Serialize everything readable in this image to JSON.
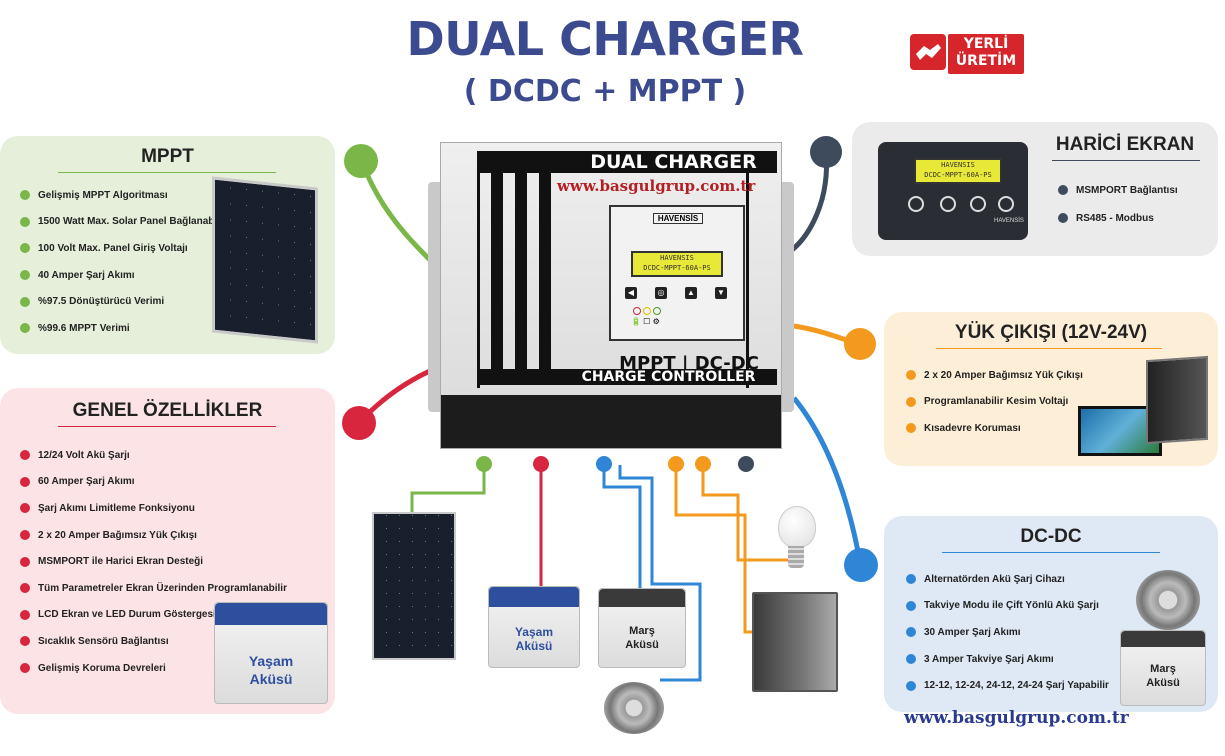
{
  "header": {
    "title": "DUAL CHARGER",
    "subtitle": "( DCDC + MPPT )"
  },
  "badge": {
    "line1": "YERLİ",
    "line2": "ÜRETİM",
    "color": "#d7262b"
  },
  "device": {
    "brand_text": "DUAL CHARGER",
    "url": "www.basgulgrup.com.tr",
    "logo": "HAVENSİS",
    "lcd_line1": "HAVENSIS",
    "lcd_line2": "DCDC-MPPT-60A-PS",
    "bottom_line1": "MPPT | DC-DC",
    "bottom_line2": "CHARGE CONTROLLER"
  },
  "mppt": {
    "title": "MPPT",
    "accent": "#7ab648",
    "items": [
      "Gelişmiş MPPT Algoritması",
      "1500 Watt Max. Solar Panel Bağlanabilir",
      "100 Volt Max. Panel Giriş Voltajı",
      "40 Amper Şarj Akımı",
      "%97.5 Dönüştürücü Verimi",
      "%99.6 MPPT Verimi"
    ]
  },
  "general": {
    "title": "GENEL ÖZELLİKLER",
    "accent": "#d7263d",
    "items": [
      "12/24 Volt Akü Şarjı",
      "60 Amper Şarj Akımı",
      "Şarj Akımı Limitleme Fonksiyonu",
      "2 x 20 Amper Bağımsız Yük Çıkışı",
      "MSMPORT ile Harici Ekran Desteği",
      "Tüm Parametreler Ekran Üzerinden Programlanabilir",
      "LCD Ekran ve LED Durum Göstergesi",
      "Sıcaklık Sensörü Bağlantısı",
      "Gelişmiş Koruma Devreleri"
    ],
    "battery_label_1": "Yaşam",
    "battery_label_2": "Aküsü"
  },
  "external": {
    "title": "HARİCİ EKRAN",
    "accent": "#3d4b5c",
    "items": [
      "MSMPORT Bağlantısı",
      "RS485 - Modbus"
    ],
    "lcd_line1": "HAVENSIS",
    "lcd_line2": "DCDC-MPPT-60A-PS",
    "logo": "HAVENSİS"
  },
  "load": {
    "title": "YÜK ÇIKIŞI (12V-24V)",
    "accent": "#f39a1e",
    "items": [
      "2 x 20 Amper Bağımsız Yük Çıkışı",
      "Programlanabilir Kesim Voltajı",
      "Kısadevre Koruması"
    ]
  },
  "dcdc": {
    "title": "DC-DC",
    "accent": "#2f86d6",
    "items": [
      "Alternatörden Akü Şarj Cihazı",
      "Takviye Modu ile Çift Yönlü Akü Şarjı",
      "30 Amper Şarj Akımı",
      "3 Amper Takviye Şarj Akımı",
      "12-12, 12-24, 24-12, 24-24 Şarj Yapabilir"
    ],
    "battery_label_1": "Marş",
    "battery_label_2": "Aküsü"
  },
  "bottom": {
    "battery1_label_1": "Yaşam",
    "battery1_label_2": "Aküsü",
    "battery2_label_1": "Marş",
    "battery2_label_2": "Aküsü"
  },
  "footer_url": "www.basgulgrup.com.tr"
}
